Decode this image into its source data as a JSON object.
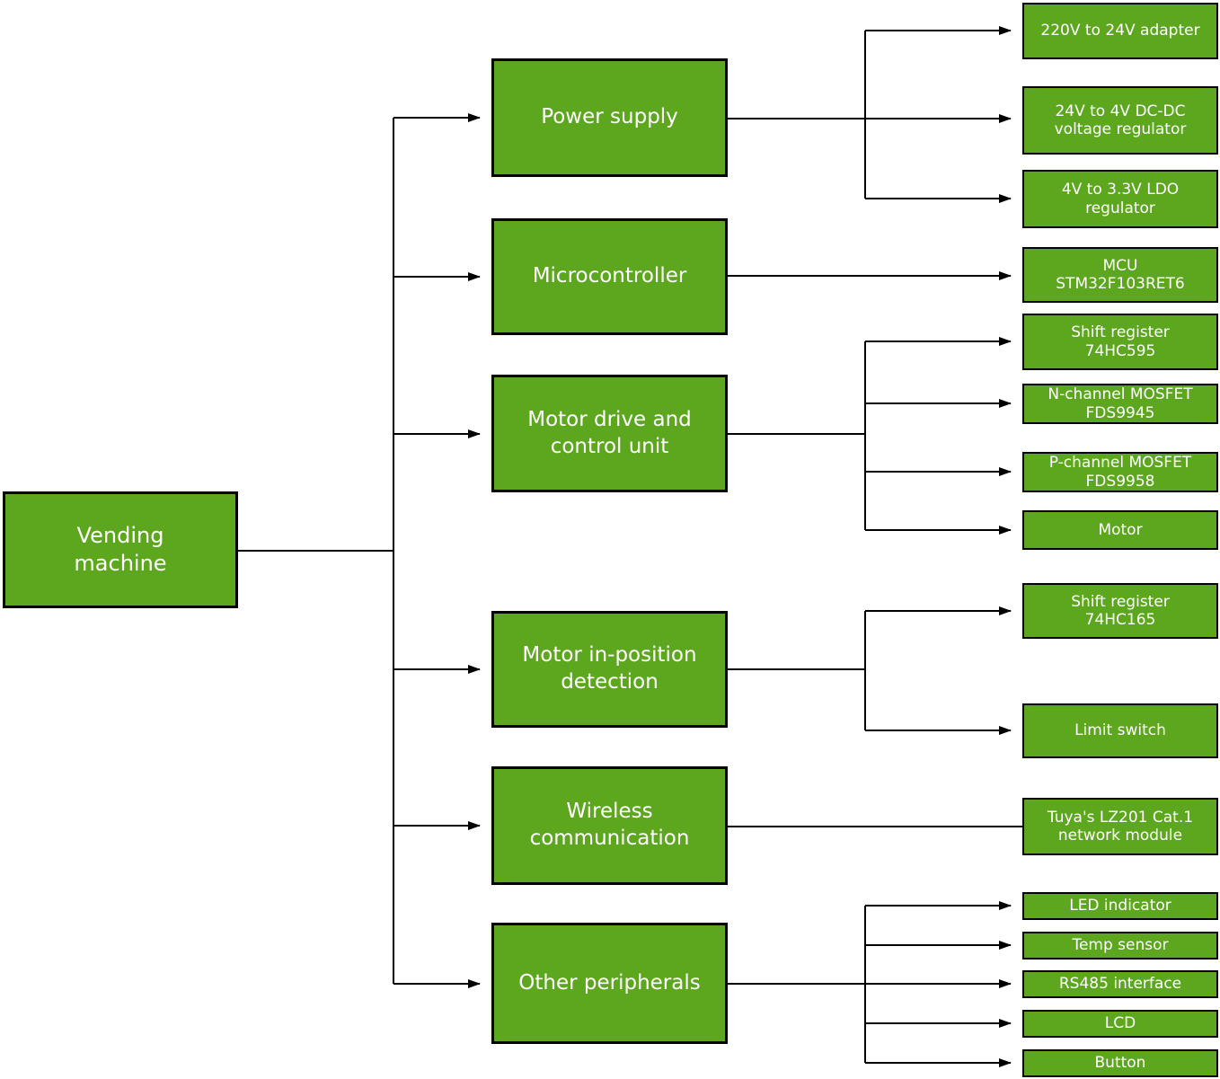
{
  "colors": {
    "node_fill": "#5CA71E",
    "node_border": "#000000",
    "node_text": "#FFFFFF",
    "connector": "#000000"
  },
  "nodes": {
    "vending_machine": {
      "label": "Vending\nmachine"
    },
    "power_supply": {
      "label": "Power supply"
    },
    "microcontroller": {
      "label": "Microcontroller"
    },
    "motor_drive": {
      "label": "Motor drive and\ncontrol unit"
    },
    "motor_in_position": {
      "label": "Motor in-position\ndetection"
    },
    "wireless": {
      "label": "Wireless\ncommunication"
    },
    "other_peripherals": {
      "label": "Other peripherals"
    },
    "adapter_220v": {
      "label": "220V to 24V adapter"
    },
    "dcdc_regulator": {
      "label": "24V to 4V DC-DC\nvoltage regulator"
    },
    "ldo_regulator": {
      "label": "4V to 3.3V LDO\nregulator"
    },
    "mcu": {
      "label": "MCU\nSTM32F103RET6"
    },
    "shift_register_595": {
      "label": "Shift register\n74HC595"
    },
    "n_mosfet": {
      "label": "N-channel MOSFET\nFDS9945"
    },
    "p_mosfet": {
      "label": "P-channel MOSFET\nFDS9958"
    },
    "motor": {
      "label": "Motor"
    },
    "shift_register_165": {
      "label": "Shift register\n74HC165"
    },
    "limit_switch": {
      "label": "Limit switch"
    },
    "tuya_module": {
      "label": "Tuya's LZ201 Cat.1\nnetwork module"
    },
    "led_indicator": {
      "label": "LED indicator"
    },
    "temp_sensor": {
      "label": "Temp sensor"
    },
    "rs485": {
      "label": "RS485 interface"
    },
    "lcd": {
      "label": "LCD"
    },
    "button": {
      "label": "Button"
    }
  }
}
